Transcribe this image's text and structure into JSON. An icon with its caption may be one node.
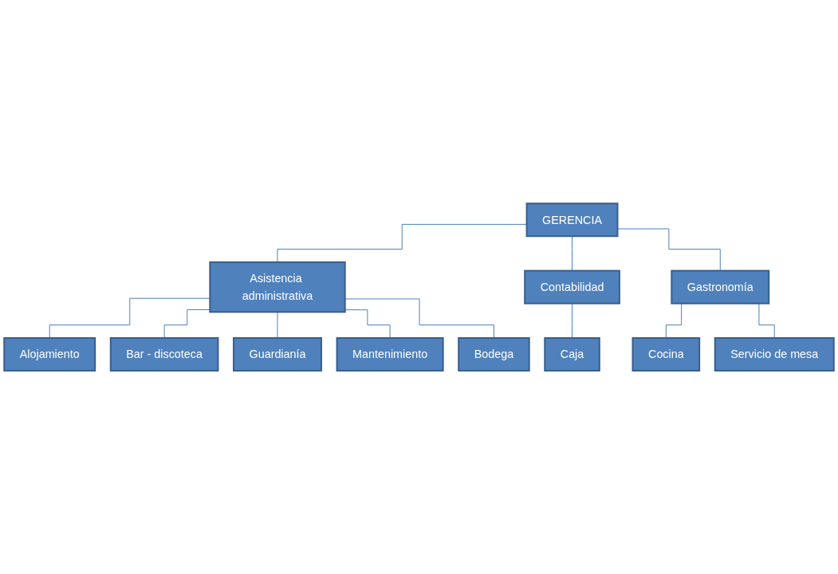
{
  "diagram": {
    "nodes": [
      {
        "text": [
          "GERENCIA"
        ]
      },
      {
        "text": [
          "Asistencia administrativa"
        ]
      },
      {
        "text": [
          "Contabilidad"
        ]
      },
      {
        "text": [
          "Gastronomía"
        ]
      },
      {
        "text": [
          "Alojamiento"
        ]
      },
      {
        "text": [
          "Bar - discoteca"
        ]
      },
      {
        "text": [
          "Guardianía"
        ]
      },
      {
        "text": [
          "Mantenimiento"
        ]
      },
      {
        "text": [
          "Bodega"
        ]
      },
      {
        "text": [
          "Caja"
        ]
      },
      {
        "text": [
          "Cocina"
        ]
      },
      {
        "text": [
          "Servicio de mesa"
        ]
      }
    ],
    "edges": [
      {
        "from": 0,
        "to": 1,
        "arrow": "none"
      },
      {
        "from": 0,
        "to": 2,
        "arrow": "none"
      },
      {
        "from": 0,
        "to": 3,
        "arrow": "none"
      },
      {
        "from": 1,
        "to": 4,
        "arrow": "none"
      },
      {
        "from": 1,
        "to": 5,
        "arrow": "none"
      },
      {
        "from": 1,
        "to": 6,
        "arrow": "none"
      },
      {
        "from": 1,
        "to": 7,
        "arrow": "none"
      },
      {
        "from": 1,
        "to": 8,
        "arrow": "none"
      },
      {
        "from": 2,
        "to": 9,
        "arrow": "none"
      },
      {
        "from": 3,
        "to": 10,
        "arrow": "none"
      },
      {
        "from": 3,
        "to": 11,
        "arrow": "none"
      }
    ]
  }
}
